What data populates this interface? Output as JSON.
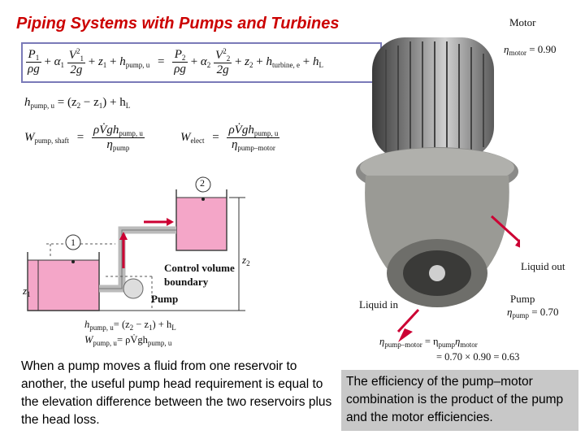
{
  "title": "Piping Systems with Pumps and Turbines",
  "equations": {
    "energy": {
      "p1": "P",
      "p1_sub": "1",
      "rhog": "ρg",
      "alpha1": "α",
      "alpha1_sub": "1",
      "v1": "V",
      "v1_sup": "2",
      "v1_sub": "1",
      "twog": "2g",
      "z1": "z",
      "z1_sub": "1",
      "hpump": "h",
      "hpump_sub": "pump, u",
      "p2": "P",
      "p2_sub": "2",
      "alpha2": "α",
      "alpha2_sub": "2",
      "v2": "V",
      "v2_sup": "2",
      "v2_sub": "2",
      "z2": "z",
      "z2_sub": "2",
      "hturb": "h",
      "hturb_sub": "turbine, e",
      "hl": "h",
      "hl_sub": "L",
      "plus": "+",
      "equals": "="
    },
    "head": "h",
    "head_sub": "pump, u",
    "head_rhs": "= (z",
    "head_rhs_tail": " − z",
    "head_rhs_tail2": ") + h",
    "head_rhs_sub2": "2",
    "head_rhs_sub1": "1",
    "head_hl_sub": "L",
    "shaft_lhs": "W",
    "shaft_lhs_sub": "pump, shaft",
    "shaft_num": "ρV̇gh",
    "shaft_num_sub": "pump, u",
    "shaft_den": "η",
    "shaft_den_sub": "pump",
    "elect_lhs": "W",
    "elect_lhs_sub": "elect",
    "elect_num": "ρV̇gh",
    "elect_num_sub": "pump, u",
    "elect_den": "η",
    "elect_den_sub": "pump–motor",
    "eq_sign": "="
  },
  "diagram": {
    "point1": "1",
    "point2": "2",
    "control_volume": "Control volume",
    "boundary": "boundary",
    "pump": "Pump",
    "z1": "z",
    "z1_sub": "1",
    "z2": "z",
    "z2_sub": "2",
    "eq1": "h",
    "eq1_sub": "pump, u",
    "eq1_rhs": "= (z",
    "eq1_rhs_sub2": "2",
    "eq1_rhs_mid": " − z",
    "eq1_rhs_sub1": "1",
    "eq1_rhs_end": ") + h",
    "eq1_rhs_subL": "L",
    "eq2": "W",
    "eq2_sub": "pump, u",
    "eq2_rhs": "= ρV̇gh",
    "eq2_rhs_sub": "pump, u"
  },
  "photo": {
    "motor": "Motor",
    "motor_eff": "η",
    "motor_eff_sub": "motor",
    "motor_eff_val": " = 0.90",
    "liquid_out": "Liquid out",
    "liquid_in": "Liquid in",
    "pump": "Pump",
    "pump_eff": "η",
    "pump_eff_sub": "pump",
    "pump_eff_val": " = 0.70",
    "combined_lhs": "η",
    "combined_lhs_sub": "pump–motor",
    "combined_eq": " = η",
    "combined_pump_sub": "pump",
    "combined_mid": "η",
    "combined_motor_sub": "motor",
    "combined_result": "= 0.70 × 0.90 = 0.63"
  },
  "caption_left": "When a pump moves a fluid from one reservoir to another, the useful pump head requirement is equal to the elevation difference between the two reservoirs plus the head loss.",
  "caption_right": "The efficiency of the pump–motor combination is the product of the pump and the motor efficiencies.",
  "colors": {
    "title": "#cc0000",
    "box_border": "#7a7ab8",
    "reservoir": "#f4a6c8",
    "arrow": "#cc0033",
    "caption_bg": "#c8c8c8"
  }
}
